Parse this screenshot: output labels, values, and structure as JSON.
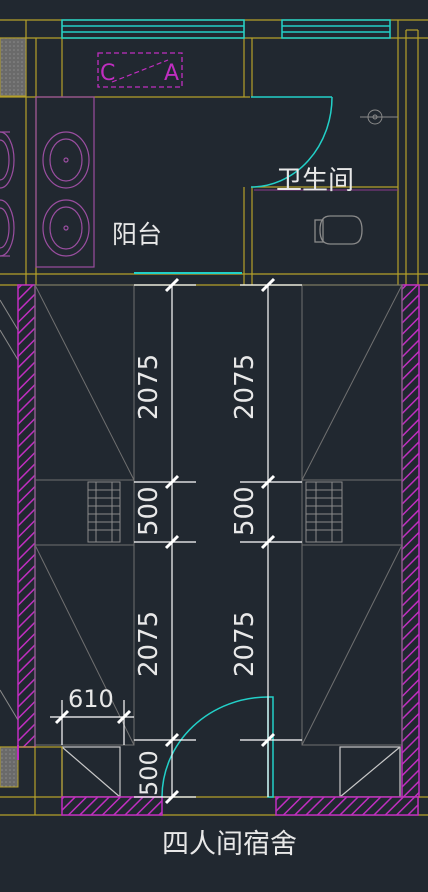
{
  "drawing": {
    "title": "四人间宿舍",
    "rooms": {
      "balcony": "阳台",
      "bathroom": "卫生间"
    },
    "window_tag": {
      "left": "C",
      "right": "A"
    },
    "dimensions": {
      "upper_left": "2075",
      "upper_right": "2075",
      "middle_left": "500",
      "middle_right": "500",
      "lower_left": "2075",
      "lower_right": "2075",
      "bottom": "500",
      "width": "610"
    },
    "colors": {
      "background": "#212830",
      "wall_outline": "#b5a02a",
      "hatch_magenta": "#c02ec0",
      "window_cyan": "#22d0c8",
      "dimension": "#ffffff",
      "furniture": "#8a8a8a"
    }
  }
}
